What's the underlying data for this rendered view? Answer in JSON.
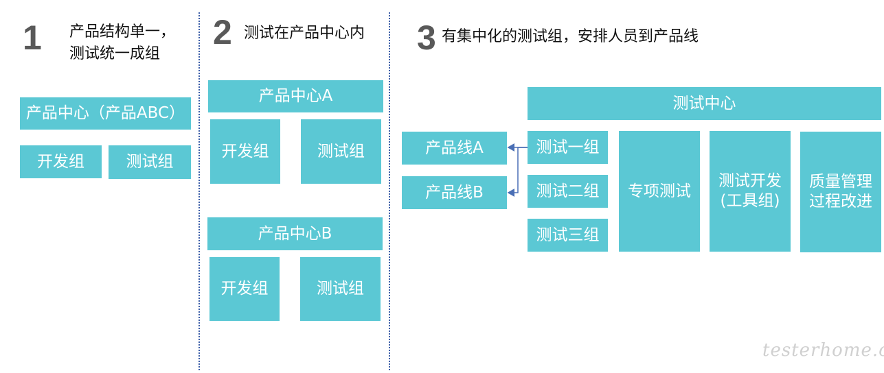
{
  "section1": {
    "number": "1",
    "heading": "产品结构单一，\n测试统一成组",
    "center": "产品中心（产品ABC）",
    "dev_group": "开发组",
    "test_group": "测试组"
  },
  "section2": {
    "number": "2",
    "heading": "测试在产品中心内",
    "centers": [
      {
        "name": "产品中心A",
        "dev_group": "开发组",
        "test_group": "测试组"
      },
      {
        "name": "产品中心B",
        "dev_group": "开发组",
        "test_group": "测试组"
      }
    ]
  },
  "section3": {
    "number": "3",
    "heading": "有集中化的测试组，安排人员到产品线",
    "test_center": "测试中心",
    "product_lines": [
      "产品线A",
      "产品线B"
    ],
    "test_groups": [
      "测试一组",
      "测试二组",
      "测试三组"
    ],
    "special_test": "专项测试",
    "test_dev": "测试开发\n(工具组)",
    "quality": "质量管理\n过程改进"
  },
  "watermark": "testerhome.com",
  "colors": {
    "box": "#5bc8d4",
    "divider": "#3c5ea8",
    "arrow": "#4a6fb5"
  }
}
